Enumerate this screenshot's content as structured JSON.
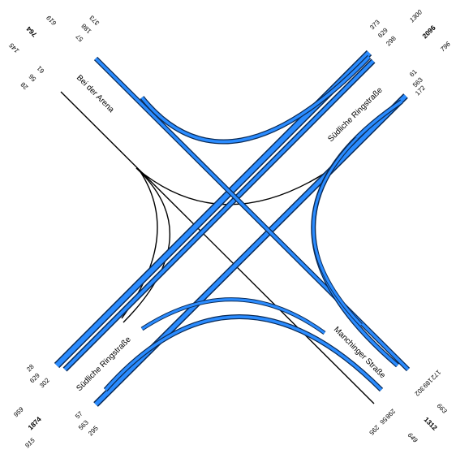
{
  "streets": {
    "nw": "Bei der Arena",
    "ne": "Südliche Ringstraße",
    "sw": "Südliche Ringstraße",
    "se": "Manchinger Straße"
  },
  "counts": {
    "nw": {
      "total": "764",
      "in": "619",
      "out": "145",
      "lanes_a": [
        "373",
        "188",
        "57"
      ],
      "lanes_b": [
        "61",
        "56",
        "28"
      ]
    },
    "ne": {
      "total": "2096",
      "in": "1300",
      "out": "796",
      "lanes_a": [
        "373",
        "629",
        "298"
      ],
      "lanes_b": [
        "61",
        "563",
        "172"
      ]
    },
    "sw": {
      "total": "1874",
      "in": "959",
      "out": "915",
      "lanes_a": [
        "28",
        "629",
        "302"
      ],
      "lanes_b": [
        "57",
        "563",
        "295"
      ]
    },
    "se": {
      "total": "1312",
      "in": "663",
      "out": "649",
      "lanes_a": [
        "172",
        "189",
        "302"
      ],
      "lanes_b": [
        "298",
        "56",
        "295"
      ]
    }
  },
  "colors": {
    "heavy_flow": "#2b8cff",
    "heavy_outline": "#0a2a55",
    "light_flow": "#000000"
  }
}
